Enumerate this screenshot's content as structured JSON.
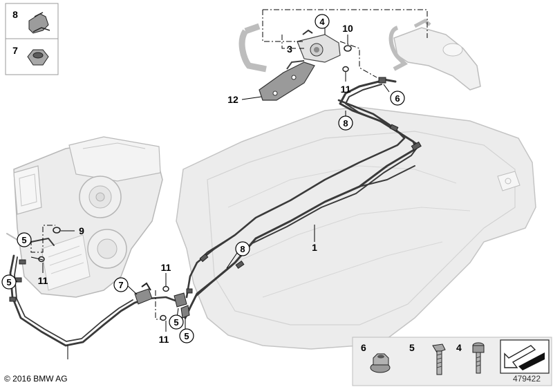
{
  "callouts": {
    "n1": "1",
    "n3": "3",
    "n4": "4",
    "n5": "5",
    "n6": "6",
    "n7": "7",
    "n8": "8",
    "n9": "9",
    "n10": "10",
    "n11": "11",
    "n12": "12"
  },
  "legend_top": [
    {
      "number": "8",
      "part": "hose-clip"
    },
    {
      "number": "7",
      "part": "hex-nut"
    }
  ],
  "legend_bottom": [
    {
      "number": "6",
      "part": "collar-nut"
    },
    {
      "number": "5",
      "part": "hex-bolt"
    },
    {
      "number": "4",
      "part": "socket-bolt"
    }
  ],
  "copyright": "© 2016 BMW AG",
  "image_number": "479422",
  "colors": {
    "housing_fill": "#ececec",
    "housing_stroke": "#c4c4c4",
    "pipe": "#3a3a3a",
    "legend_bg": "#eeeeee"
  }
}
